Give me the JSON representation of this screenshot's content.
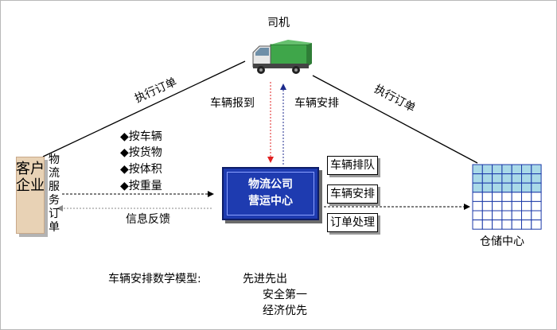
{
  "driver": {
    "label": "司机",
    "icon": "truck-icon"
  },
  "customer": {
    "label": "客户企业",
    "order_label": "物流服务订单"
  },
  "center": {
    "line1": "物流公司",
    "line2": "营运中心"
  },
  "warehouse": {
    "label": "仓储中心",
    "icon": "warehouse-grid-icon"
  },
  "edges": {
    "exec_left": "执行订单",
    "exec_right": "执行订单",
    "report": "车辆报到",
    "arrange": "车辆安排",
    "feedback": "信息反馈"
  },
  "criteria": [
    "◆按车辆",
    "◆按货物",
    "◆按体积",
    "◆按重量"
  ],
  "operations": [
    "车辆排队",
    "车辆安排",
    "订单处理"
  ],
  "model": {
    "title": "车辆安排数学模型:",
    "rules": [
      "先进先出",
      "安全第一",
      "经济优先"
    ]
  },
  "colors": {
    "center_fill": "#1e3bb0",
    "customer_fill": "#e8d2b5",
    "warehouse_fill": "#a9d9e8",
    "down_arrow": "#e02020",
    "up_arrow": "#1c2a8c"
  }
}
